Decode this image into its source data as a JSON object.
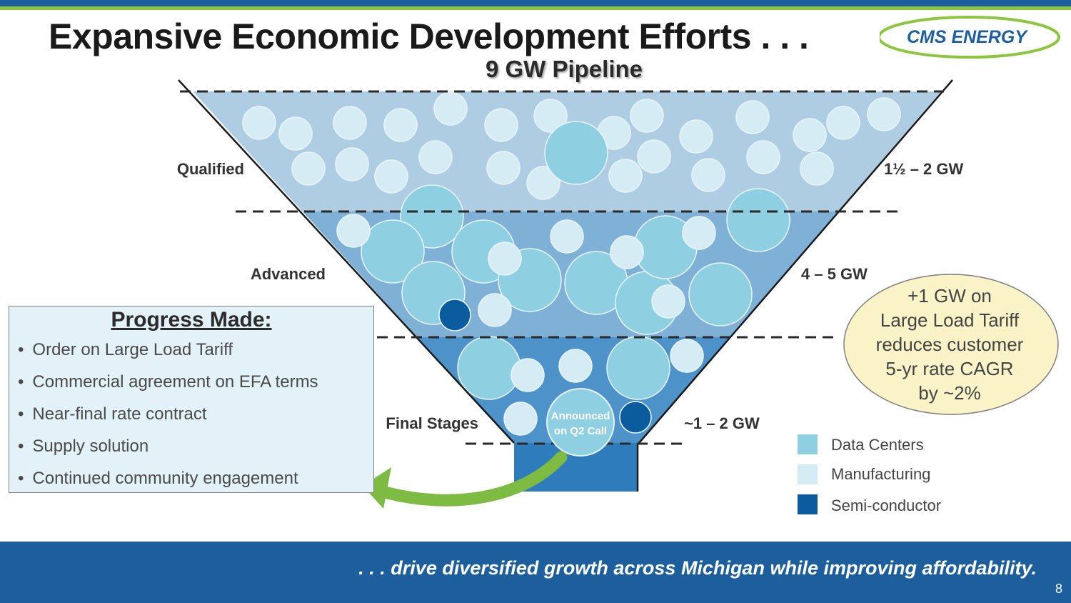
{
  "slide": {
    "title": "Expansive Economic Development Efforts . . .",
    "page_number": "8"
  },
  "logo": {
    "text": "CMS ENERGY"
  },
  "funnel": {
    "heading": "9 GW Pipeline",
    "stages": [
      {
        "name": "Qualified",
        "capacity": "1½ – 2 GW"
      },
      {
        "name": "Advanced",
        "capacity": "4 – 5 GW"
      },
      {
        "name": "Final Stages",
        "capacity": "~1 – 2 GW"
      }
    ],
    "announced_label_line1": "Announced",
    "announced_label_line2": "on Q2 Call"
  },
  "legend": {
    "items": [
      {
        "label": "Data Centers",
        "color": "#8fcfe2"
      },
      {
        "label": "Manufacturing",
        "color": "#d6ecf5"
      },
      {
        "label": "Semi-conductor",
        "color": "#0b5c9e"
      }
    ]
  },
  "callout": {
    "lines": [
      "+1 GW on",
      "Large Load Tariff",
      "reduces customer",
      "5-yr rate CAGR",
      "by ~2%"
    ]
  },
  "progress": {
    "title": "Progress Made:",
    "items": [
      "Order on Large Load Tariff",
      "Commercial agreement on EFA terms",
      "Near-final rate contract",
      "Supply solution",
      "Continued community engagement"
    ]
  },
  "footer": {
    "text": ". . . drive diversified growth across Michigan while improving affordability."
  },
  "colors": {
    "brand_blue": "#1d5f9c",
    "brand_green": "#8cc63f",
    "tier_qualified": "#aecde2",
    "tier_advanced": "#7fb1d6",
    "tier_final": "#4d93c9",
    "stem": "#2f7cbd",
    "callout_fill": "#fbf3c8"
  }
}
